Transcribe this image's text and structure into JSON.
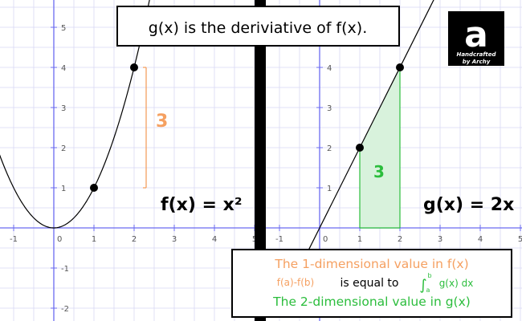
{
  "title": "g(x) is the deriviative of f(x).",
  "logo": {
    "letter": "a",
    "line1": "Handcrafted",
    "line2": "by Archy"
  },
  "left_panel": {
    "function_label": "f(x) = x²",
    "vertical_span_label": "3",
    "x_ticks": [
      "-1",
      "1",
      "2",
      "3",
      "4",
      "5"
    ],
    "y_ticks": [
      "-2",
      "-1",
      "1",
      "2",
      "3",
      "4",
      "5"
    ],
    "origin_label": "0",
    "points": [
      [
        1,
        1
      ],
      [
        2,
        4
      ]
    ]
  },
  "right_panel": {
    "function_label": "g(x) = 2x",
    "area_label": "3",
    "x_ticks": [
      "-1",
      "1",
      "2",
      "3",
      "4",
      "5"
    ],
    "y_ticks": [
      "1",
      "2",
      "3",
      "4"
    ],
    "origin_label": "0",
    "points": [
      [
        1,
        2
      ],
      [
        2,
        4
      ]
    ],
    "shaded_interval": [
      1,
      2
    ]
  },
  "caption": {
    "line1": "The 1-dimensional value in f(x)",
    "line2_left": "f(a)-f(b)",
    "line2_mid": "is equal to",
    "line2_integral": "∫",
    "line2_upper": "b",
    "line2_lower": "a",
    "line2_right": "g(x) dx",
    "line3": "The 2-dimensional value in g(x)"
  },
  "colors": {
    "grid": "#d8d8f4",
    "axis": "#6b6bf0",
    "curve": "#000000",
    "orange": "#f5a061",
    "green": "#2bbd3c",
    "area_fill": "#d8f2dc",
    "divider": "#000000"
  }
}
